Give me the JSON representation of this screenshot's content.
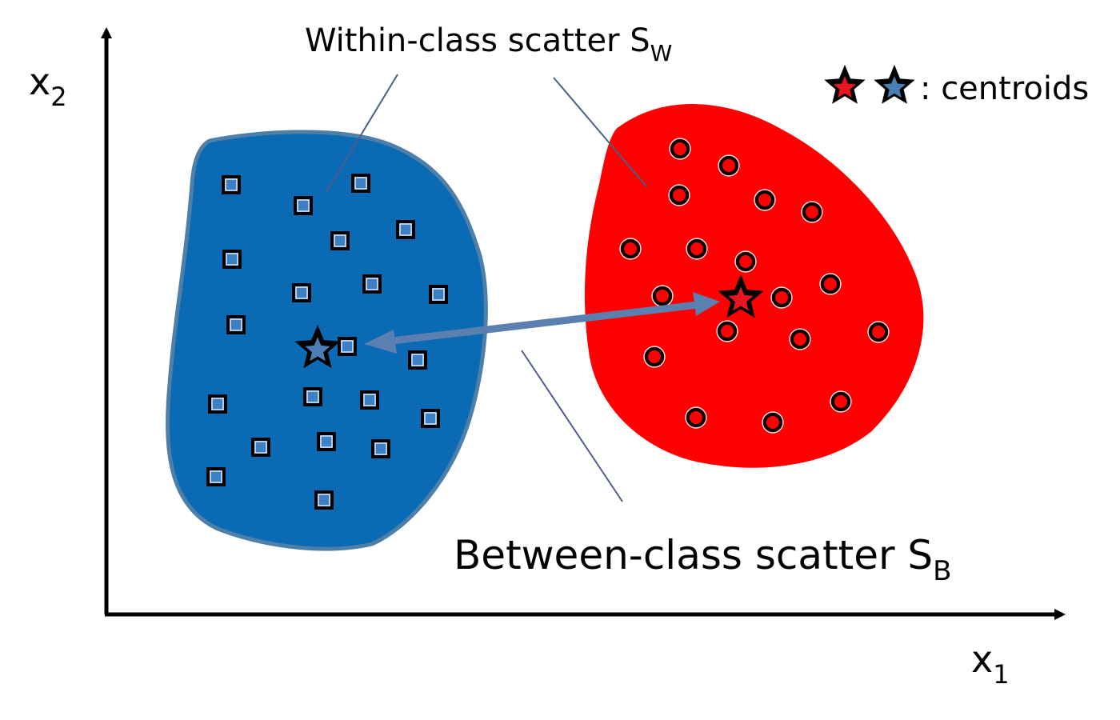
{
  "axes": {
    "x_label": "x",
    "x_sub": "1",
    "y_label": "x",
    "y_sub": "2"
  },
  "annotations": {
    "within_text": "Within-class scatter S",
    "within_sub": "W",
    "between_text": "Between-class scatter S",
    "between_sub": "B",
    "legend_text": ": centroids"
  },
  "colors": {
    "blue_class": "#0a6ab4",
    "blue_outline": "#4d7fa8",
    "red_class": "#ff0000",
    "blue_star": "#4a7fb5",
    "red_star": "#e8141e",
    "arrow": "#5b7fae",
    "leader_line": "#4a5f86"
  },
  "legend": {
    "markers": [
      "red-star-icon",
      "blue-star-icon"
    ]
  },
  "icons": {
    "class_a_marker": "square",
    "class_b_marker": "circle",
    "centroid_marker": "star"
  }
}
